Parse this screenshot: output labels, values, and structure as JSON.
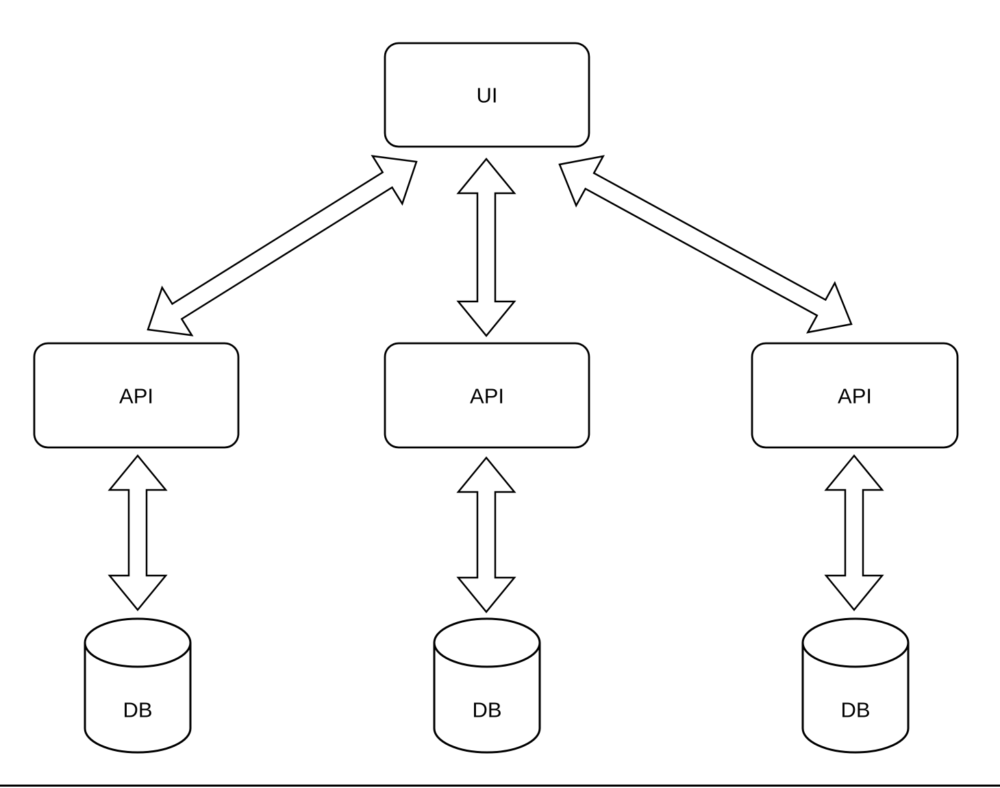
{
  "canvas": {
    "background_color": "#ffffff",
    "shape_fill_color": "#ffffff",
    "stroke_color": "#000000",
    "text_color": "#000000",
    "bottom_edge_color": "#000000"
  },
  "nodes": {
    "ui": {
      "label": "UI",
      "shape": "rounded-rectangle"
    },
    "api_left": {
      "label": "API",
      "shape": "rounded-rectangle"
    },
    "api_center": {
      "label": "API",
      "shape": "rounded-rectangle"
    },
    "api_right": {
      "label": "API",
      "shape": "rounded-rectangle"
    },
    "db_left": {
      "label": "DB",
      "shape": "database-cylinder"
    },
    "db_center": {
      "label": "DB",
      "shape": "database-cylinder"
    },
    "db_right": {
      "label": "DB",
      "shape": "database-cylinder"
    }
  },
  "edges": [
    {
      "from": "ui",
      "to": "api_left",
      "style": "hollow-double-headed-arrow"
    },
    {
      "from": "ui",
      "to": "api_center",
      "style": "hollow-double-headed-arrow"
    },
    {
      "from": "ui",
      "to": "api_right",
      "style": "hollow-double-headed-arrow"
    },
    {
      "from": "api_left",
      "to": "db_left",
      "style": "hollow-double-headed-arrow"
    },
    {
      "from": "api_center",
      "to": "db_center",
      "style": "hollow-double-headed-arrow"
    },
    {
      "from": "api_right",
      "to": "db_right",
      "style": "hollow-double-headed-arrow"
    }
  ]
}
